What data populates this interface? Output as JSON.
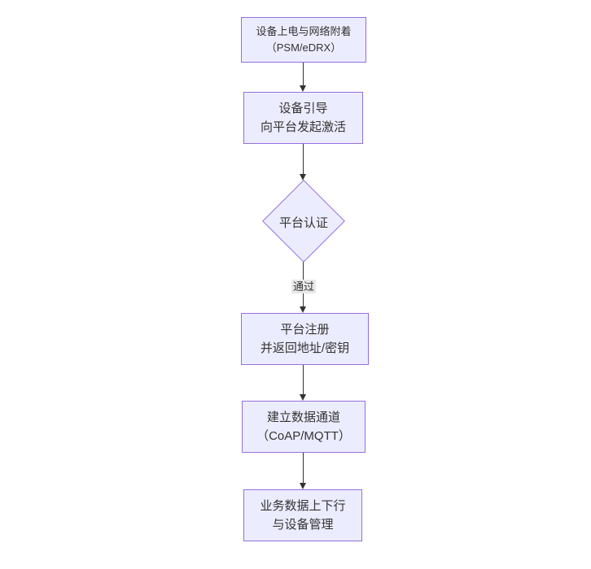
{
  "diagram": {
    "type": "flowchart",
    "direction": "top-down",
    "colors": {
      "node_fill": "#ECECFF",
      "node_border": "#9370DB",
      "edge_color": "#333333",
      "edge_label_background": "#e8e8e8",
      "text_color": "#333333",
      "background": "#ffffff"
    },
    "nodes": [
      {
        "id": "power-on",
        "type": "rect",
        "label": "设备上电与网络附着\n（PSM/eDRX）"
      },
      {
        "id": "bootstrap",
        "type": "rect",
        "label": "设备引导\n向平台发起激活"
      },
      {
        "id": "auth",
        "type": "diamond",
        "label": "平台认证"
      },
      {
        "id": "register",
        "type": "rect",
        "label": "平台注册\n并返回地址/密钥"
      },
      {
        "id": "channel",
        "type": "rect",
        "label": "建立数据通道\n（CoAP/MQTT）"
      },
      {
        "id": "business",
        "type": "rect",
        "label": "业务数据上下行\n与设备管理"
      }
    ],
    "edges": [
      {
        "from": "power-on",
        "to": "bootstrap",
        "label": ""
      },
      {
        "from": "bootstrap",
        "to": "auth",
        "label": ""
      },
      {
        "from": "auth",
        "to": "register",
        "label": "通过"
      },
      {
        "from": "register",
        "to": "channel",
        "label": ""
      },
      {
        "from": "channel",
        "to": "business",
        "label": ""
      }
    ]
  }
}
